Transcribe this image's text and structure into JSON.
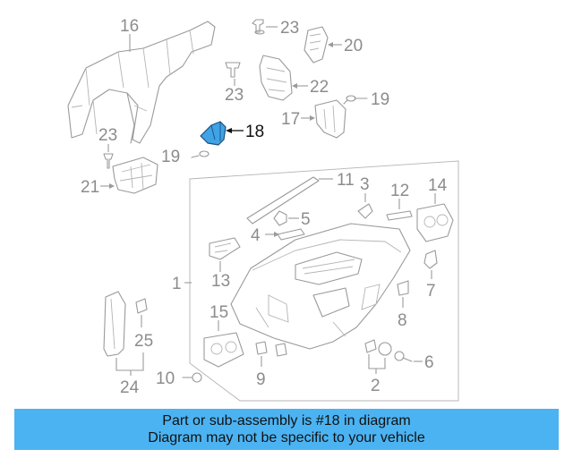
{
  "colors": {
    "banner_bg": "#4cb3f2",
    "highlight_fill": "#3fa3e6",
    "line_gray": "#9a9a9a"
  },
  "callouts": {
    "c16": "16",
    "c23a": "23",
    "c20": "20",
    "c23b": "23",
    "c22": "22",
    "c19a": "19",
    "c17": "17",
    "c18": "18",
    "c23c": "23",
    "c19b": "19",
    "c21": "21",
    "c11": "11",
    "c3": "3",
    "c12": "12",
    "c14": "14",
    "c5": "5",
    "c4": "4",
    "c1": "1",
    "c13": "13",
    "c7": "7",
    "c15": "15",
    "c8": "8",
    "c25": "25",
    "c6": "6",
    "c10": "10",
    "c9": "9",
    "c2": "2",
    "c24": "24"
  },
  "highlighted_part": "18",
  "banner": {
    "line1": "Part or sub-assembly is #18 in diagram",
    "line2": "Diagram may not be specific to your vehicle"
  }
}
